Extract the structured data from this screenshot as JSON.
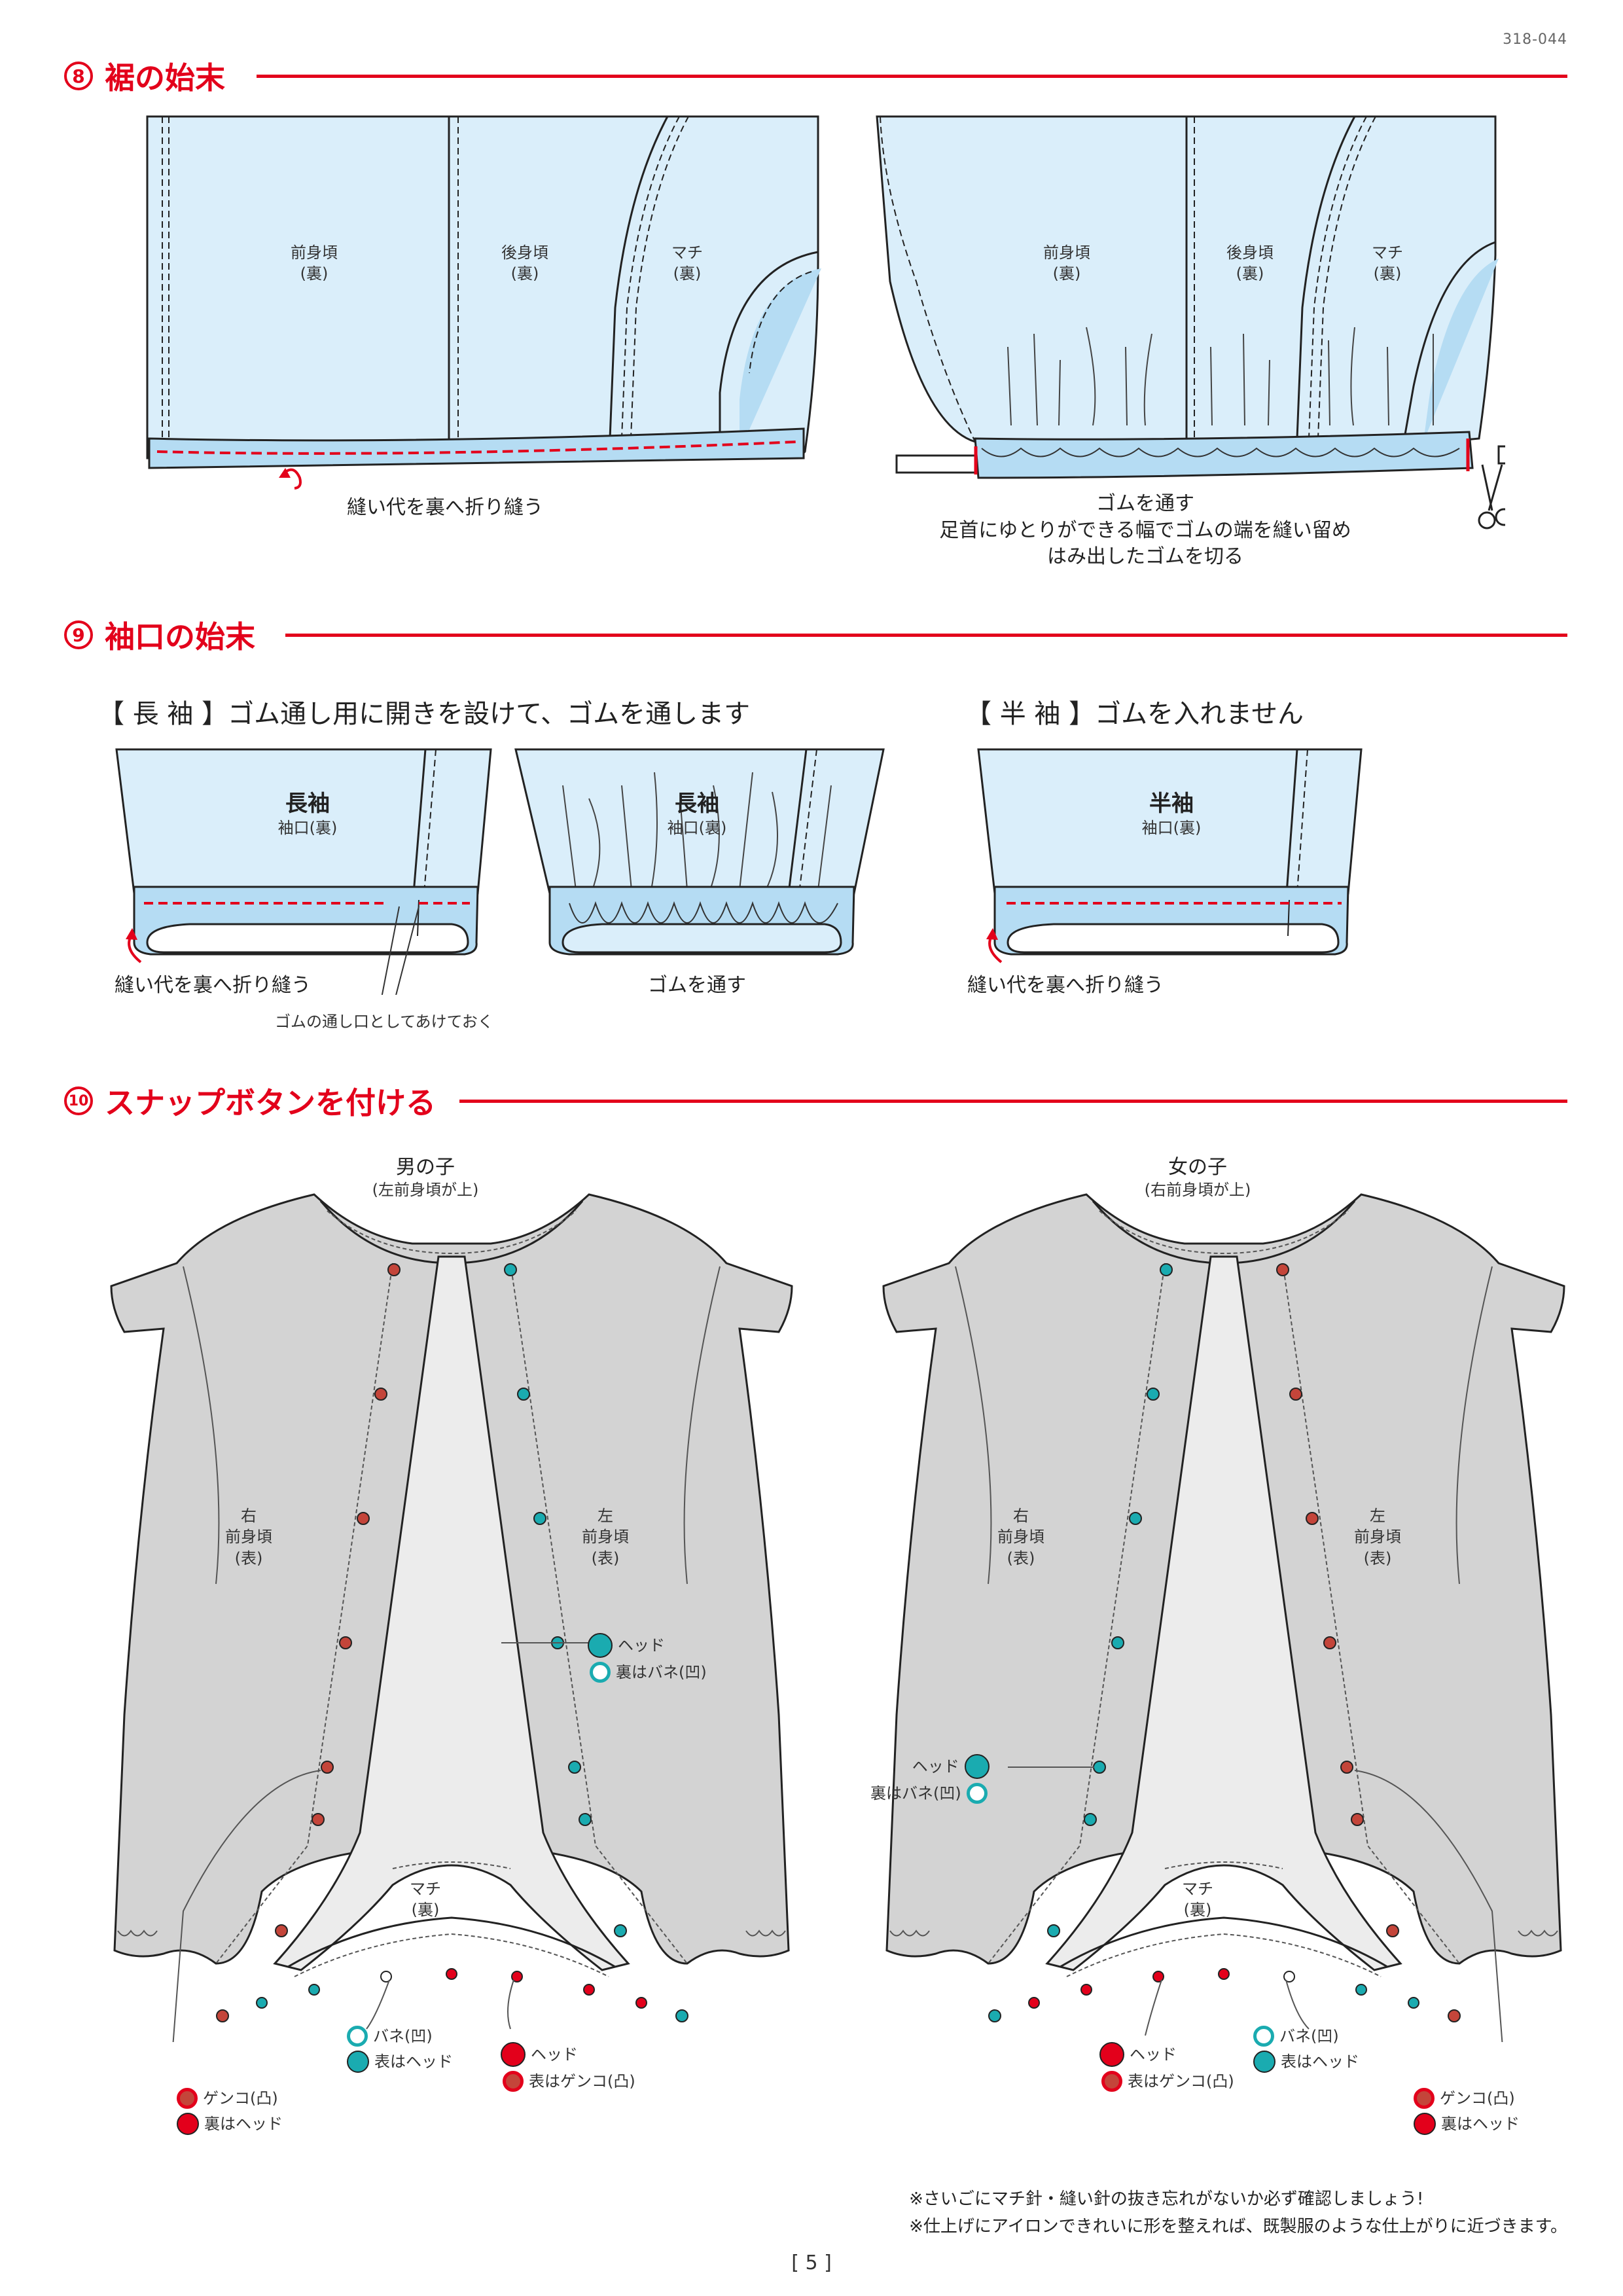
{
  "page_code": "318-044",
  "page_number": "[ 5 ]",
  "colors": {
    "accent": "#e3001b",
    "fabric_blue": "#daeefa",
    "cuff_blue": "#b5dcf3",
    "garment_gray": "#d3d3d3",
    "inner_gray": "#ececec",
    "snap_teal": "#1aabb0",
    "snap_red": "#e3001b"
  },
  "section8": {
    "num": "8",
    "title": "裾の始末",
    "left": {
      "front": [
        "前身頃",
        "(裏)"
      ],
      "back": [
        "後身頃",
        "(裏)"
      ],
      "gusset": [
        "マチ",
        "(裏)"
      ],
      "caption": "縫い代を裏へ折り縫う"
    },
    "right": {
      "front": [
        "前身頃",
        "(裏)"
      ],
      "back": [
        "後身頃",
        "(裏)"
      ],
      "gusset": [
        "マチ",
        "(裏)"
      ],
      "caption_lines": [
        "ゴムを通す",
        "足首にゆとりができる幅でゴムの端を縫い留め",
        "はみ出したゴムを切る"
      ]
    }
  },
  "section9": {
    "num": "9",
    "title": "袖口の始末",
    "long_header": "【 長 袖 】ゴム通し用に開きを設けて、ゴムを通します",
    "short_header": "【 半 袖 】ゴムを入れません",
    "panel1": {
      "title": "長袖",
      "sub": "袖口(裏)",
      "caption": "縫い代を裏へ折り縫う",
      "note": "ゴムの通し口としてあけておく"
    },
    "panel2": {
      "title": "長袖",
      "sub": "袖口(裏)",
      "caption": "ゴムを通す"
    },
    "panel3": {
      "title": "半袖",
      "sub": "袖口(裏)",
      "caption": "縫い代を裏へ折り縫う"
    }
  },
  "section10": {
    "num": "10",
    "title": "スナップボタンを付ける",
    "boy": {
      "title": "男の子",
      "sub": "(左前身頃が上)",
      "right_panel": [
        "右",
        "前身頃",
        "(表)"
      ],
      "left_panel": [
        "左",
        "前身頃",
        "(表)"
      ],
      "gusset": [
        "マチ",
        "(裏)"
      ],
      "legend_head": "ヘッド",
      "legend_back_spring": "裏はバネ(凹)",
      "spring": "バネ(凹)",
      "front_head": "表はヘッド",
      "head": "ヘッド",
      "front_genko": "表はゲンコ(凸)",
      "genko": "ゲンコ(凸)",
      "back_head": "裏はヘッド"
    },
    "girl": {
      "title": "女の子",
      "sub": "(右前身頃が上)",
      "right_panel": [
        "右",
        "前身頃",
        "(表)"
      ],
      "left_panel": [
        "左",
        "前身頃",
        "(表)"
      ],
      "gusset": [
        "マチ",
        "(裏)"
      ],
      "legend_head": "ヘッド",
      "legend_back_spring": "裏はバネ(凹)",
      "head": "ヘッド",
      "front_genko": "表はゲンコ(凸)",
      "spring": "バネ(凹)",
      "front_head": "表はヘッド",
      "genko": "ゲンコ(凸)",
      "back_head": "裏はヘッド"
    }
  },
  "footnotes": [
    "※さいごにマチ針・縫い針の抜き忘れがないか必ず確認しましょう!",
    "※仕上げにアイロンできれいに形を整えれば、既製服のような仕上がりに近づきます。"
  ]
}
